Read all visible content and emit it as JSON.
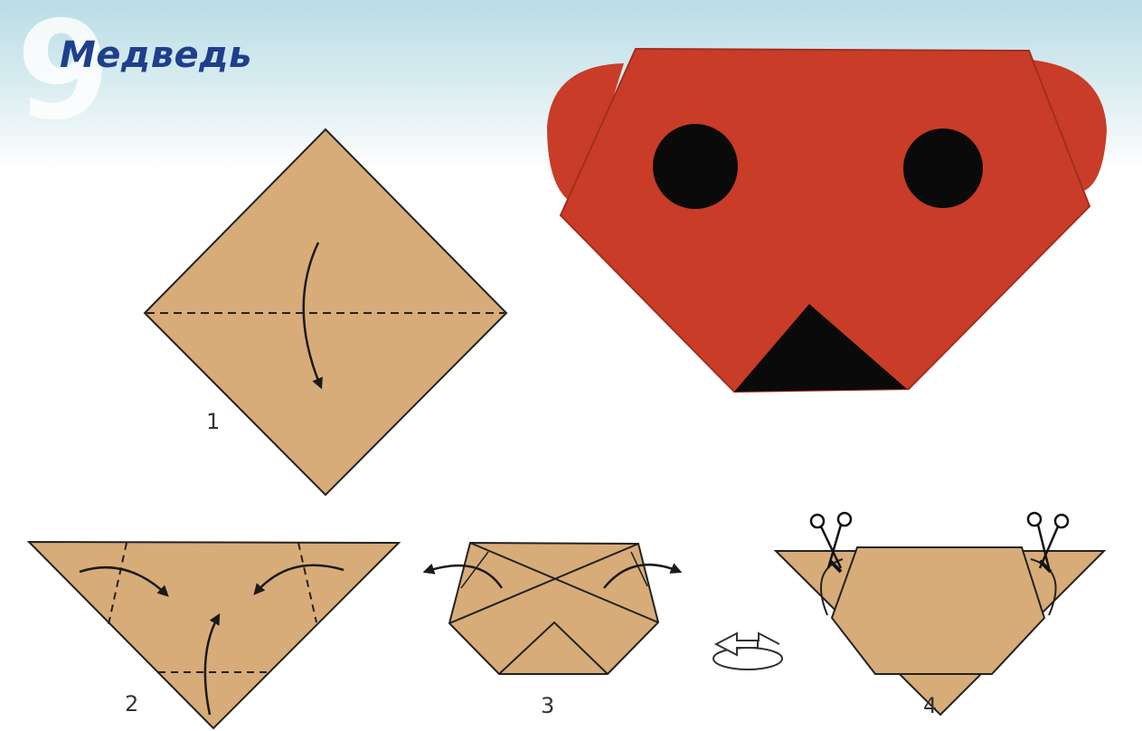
{
  "header": {
    "number": "9",
    "title": "Медведь"
  },
  "steps": [
    {
      "label": "1"
    },
    {
      "label": "2"
    },
    {
      "label": "3"
    },
    {
      "label": "4"
    }
  ],
  "icons": {
    "turn_over": "turn-over-arrow-icon",
    "cut": "scissors-icon"
  },
  "colors": {
    "paper": "#d8ac78",
    "bear": "#c83c28",
    "features": "#0a0a0a",
    "title": "#1f3f8c"
  }
}
